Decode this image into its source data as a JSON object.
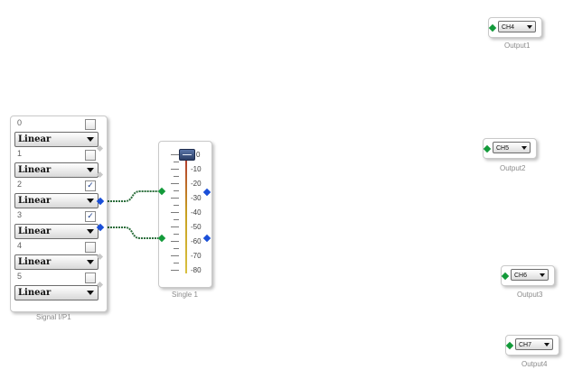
{
  "signal_block": {
    "caption": "Signal I/P1",
    "channels": [
      {
        "num": "0",
        "mode": "Linear",
        "checked": false
      },
      {
        "num": "1",
        "mode": "Linear",
        "checked": false
      },
      {
        "num": "2",
        "mode": "Linear",
        "checked": true
      },
      {
        "num": "3",
        "mode": "Linear",
        "checked": true
      },
      {
        "num": "4",
        "mode": "Linear",
        "checked": false
      },
      {
        "num": "5",
        "mode": "Linear",
        "checked": false
      }
    ]
  },
  "fader_block": {
    "caption": "Single 1",
    "scale": [
      "0",
      "-10",
      "-20",
      "-30",
      "-40",
      "-50",
      "-60",
      "-70",
      "-80"
    ]
  },
  "outputs": [
    {
      "caption": "Output1",
      "channel": "CH4"
    },
    {
      "caption": "Output2",
      "channel": "CH5"
    },
    {
      "caption": "Output3",
      "channel": "CH6"
    },
    {
      "caption": "Output4",
      "channel": "CH7"
    }
  ],
  "colors": {
    "wire": "#2c6e3c",
    "pin_in": "#139a3a",
    "pin_out": "#1a4fd8",
    "check": "#1a3c8c"
  }
}
